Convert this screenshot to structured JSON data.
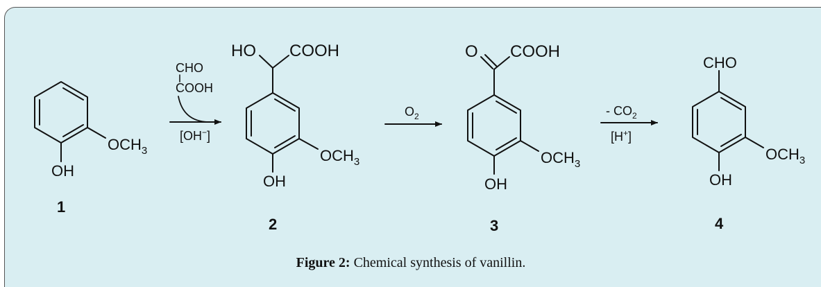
{
  "figure": {
    "caption_label": "Figure 2:",
    "caption_text": " Chemical synthesis of vanillin."
  },
  "compounds": [
    {
      "number": "1",
      "substituents": {
        "bottom": "OH",
        "meta": "OCH3"
      }
    },
    {
      "number": "2",
      "substituents": {
        "top_left": "HO",
        "top_right": "COOH",
        "bottom": "OH",
        "meta": "OCH3"
      }
    },
    {
      "number": "3",
      "substituents": {
        "top_left": "O",
        "top_right": "COOH",
        "bottom": "OH",
        "meta": "OCH3"
      }
    },
    {
      "number": "4",
      "substituents": {
        "top": "CHO",
        "bottom": "OH",
        "meta": "OCH3"
      }
    }
  ],
  "reagents": {
    "step1_reagent_top": "CHO",
    "step1_reagent_bottom": "COOH",
    "step1_condition": "[OH−]",
    "step2_above": "O2",
    "step3_above": "- CO2",
    "step3_below": "[H+]"
  }
}
